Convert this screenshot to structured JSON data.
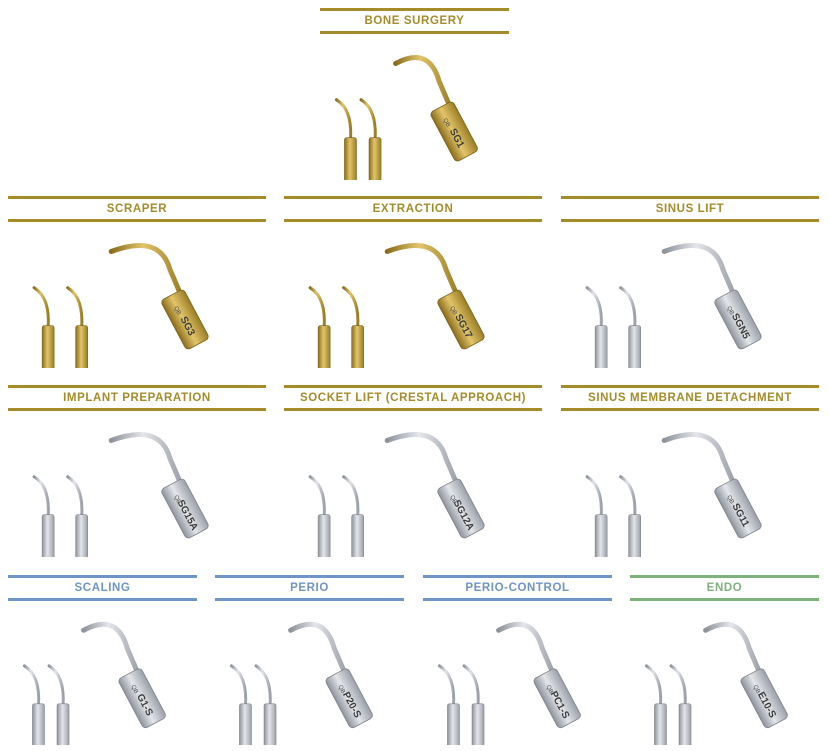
{
  "colors": {
    "gold": "#a58b2a",
    "blue": "#6f95c6",
    "green": "#7db37b"
  },
  "categories": [
    {
      "label": "BONE SURGERY",
      "tip_code": "SG1",
      "brand": "QB",
      "finish": "gold"
    },
    {
      "label": "SCRAPER",
      "tip_code": "SG3",
      "brand": "QB",
      "finish": "gold"
    },
    {
      "label": "EXTRACTION",
      "tip_code": "SG17",
      "brand": "QB",
      "finish": "gold"
    },
    {
      "label": "SINUS LIFT",
      "tip_code": "SGN5",
      "brand": "QB",
      "finish": "steel"
    },
    {
      "label": "IMPLANT PREPARATION",
      "tip_code": "SG15A",
      "brand": "QB",
      "finish": "steel"
    },
    {
      "label": "SOCKET LIFT (CRESTAL APPROACH)",
      "tip_code": "SG12A",
      "brand": "QB",
      "finish": "steel"
    },
    {
      "label": "SINUS MEMBRANE DETACHMENT",
      "tip_code": "SG11",
      "brand": "QB",
      "finish": "steel"
    },
    {
      "label": "SCALING",
      "tip_code": "G1-S",
      "brand": "QB",
      "finish": "steel"
    },
    {
      "label": "PERIO",
      "tip_code": "P20-S",
      "brand": "QB",
      "finish": "steel"
    },
    {
      "label": "PERIO-CONTROL",
      "tip_code": "PC1-S",
      "brand": "QB",
      "finish": "steel"
    },
    {
      "label": "ENDO",
      "tip_code": "E10-S",
      "brand": "QB",
      "finish": "steel"
    }
  ]
}
